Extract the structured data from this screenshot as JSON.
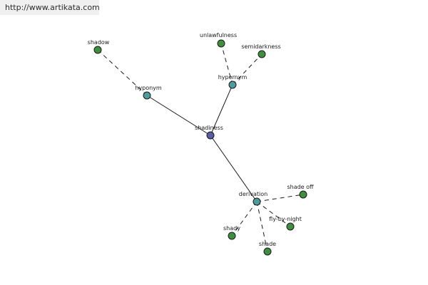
{
  "watermark": "http://www.artikata.com",
  "colors": {
    "center": "#5a5aa6",
    "relation": "#4f9a9a",
    "term": "#3f8f3f"
  },
  "nodes": [
    {
      "id": "shadiness",
      "label": "shadiness",
      "kind": "center"
    },
    {
      "id": "hyponym",
      "label": "hyponym",
      "kind": "relation"
    },
    {
      "id": "hypernym",
      "label": "hypernym",
      "kind": "relation"
    },
    {
      "id": "derivation",
      "label": "derivation",
      "kind": "relation"
    },
    {
      "id": "shadow",
      "label": "shadow",
      "kind": "term"
    },
    {
      "id": "unlawfulness",
      "label": "unlawfulness",
      "kind": "term"
    },
    {
      "id": "semidarkness",
      "label": "semidarkness",
      "kind": "term"
    },
    {
      "id": "shade-off",
      "label": "shade off",
      "kind": "term"
    },
    {
      "id": "fly-by-night",
      "label": "fly-by-night",
      "kind": "term"
    },
    {
      "id": "shady",
      "label": "shady",
      "kind": "term"
    },
    {
      "id": "shade",
      "label": "shade",
      "kind": "term"
    }
  ],
  "edges": [
    {
      "from": "shadiness",
      "to": "hyponym",
      "style": "solid"
    },
    {
      "from": "shadiness",
      "to": "hypernym",
      "style": "solid"
    },
    {
      "from": "shadiness",
      "to": "derivation",
      "style": "solid"
    },
    {
      "from": "hyponym",
      "to": "shadow",
      "style": "dashed"
    },
    {
      "from": "hypernym",
      "to": "unlawfulness",
      "style": "dashed"
    },
    {
      "from": "hypernym",
      "to": "semidarkness",
      "style": "dashed"
    },
    {
      "from": "derivation",
      "to": "shade-off",
      "style": "dashed"
    },
    {
      "from": "derivation",
      "to": "fly-by-night",
      "style": "dashed"
    },
    {
      "from": "derivation",
      "to": "shady",
      "style": "dashed"
    },
    {
      "from": "derivation",
      "to": "shade",
      "style": "dashed"
    }
  ]
}
